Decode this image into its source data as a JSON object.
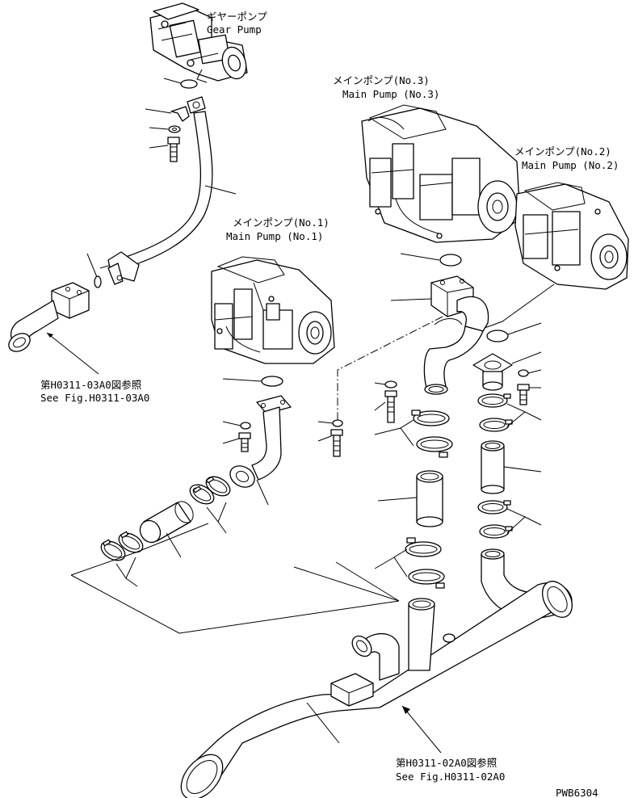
{
  "labels": {
    "gear_pump_jp": "ギヤーポンプ",
    "gear_pump_en": "Gear Pump",
    "main_pump3_jp": "メインポンプ(No.3)",
    "main_pump3_en": "Main Pump (No.3)",
    "main_pump2_jp": "メインポンプ(No.2)",
    "main_pump2_en": "Main Pump (No.2)",
    "main_pump1_jp": "メインポンプ(No.1)",
    "main_pump1_en": "Main Pump (No.1)",
    "ref_left_jp": "第H0311-03A0図参照",
    "ref_left_en": "See Fig.H0311-03A0",
    "ref_bottom_jp": "第H0311-02A0図参照",
    "ref_bottom_en": "See Fig.H0311-02A0",
    "drawing_id": "PWB6304"
  }
}
